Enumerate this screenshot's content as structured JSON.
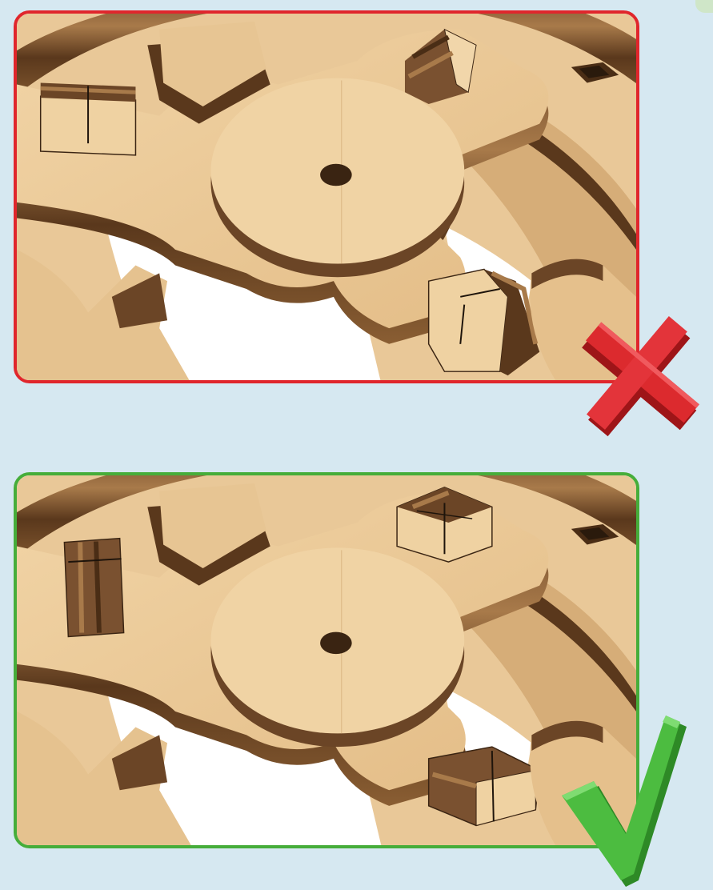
{
  "panels": [
    {
      "id": "incorrect-assembly",
      "frame_color": "#e0262c",
      "indicator": "cross-mark-icon",
      "block_orientation": "rotated"
    },
    {
      "id": "correct-assembly",
      "frame_color": "#46ad3a",
      "indicator": "check-mark-icon",
      "block_orientation": "aligned"
    }
  ],
  "colors": {
    "background": "#d6e8f1",
    "wood_light": "#ecc99a",
    "wood_edge_dark": "#6b4526",
    "wood_edge_mid": "#a87a4a",
    "cross": "#d8262b",
    "check": "#46b43a"
  }
}
